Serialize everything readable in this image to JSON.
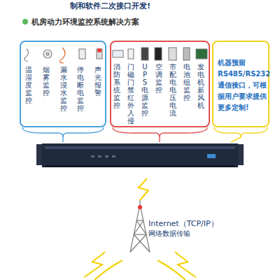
{
  "diagram": {
    "title": "机房动力环境监控系统解决方案",
    "nodes": [
      {
        "text": [
          "温湿度监控",
          "烟雾监控",
          "漏水浸水监控",
          "停电断电监控",
          "声光报警"
        ]
      },
      {
        "text": [
          "消防系统监控",
          "门磁门禁红外入侵",
          "UPS电源监控",
          "空调监控",
          "市配电电压电流",
          "电池组监控",
          "发电机新风机"
        ]
      },
      {
        "text": [
          "机器预留RS485/RS232通信接口，可根据用户要求提供更多定制!"
        ]
      }
    ],
    "labels": [
      "制和软件二次接口开发!",
      "Internet（TCP/IP）",
      "网络数据传输"
    ]
  }
}
